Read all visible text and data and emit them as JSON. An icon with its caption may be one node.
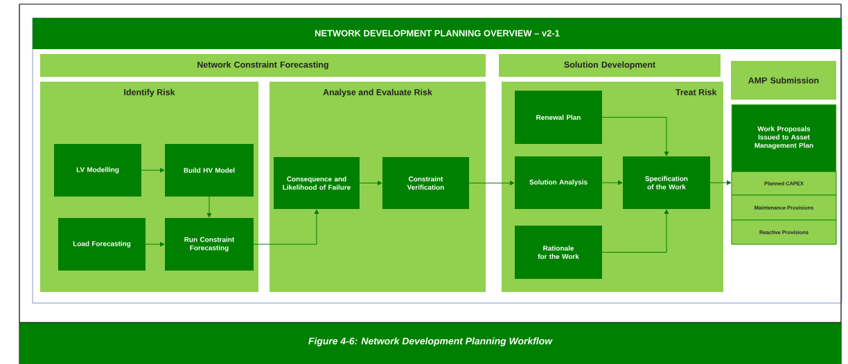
{
  "diagram": {
    "title": "NETWORK DEVELOPMENT PLANNING OVERVIEW – v2-1",
    "caption": "Figure 4-6: Network Development Planning Workflow",
    "nodes": [
      {
        "text": [
          "Network Constraint Forecasting"
        ]
      },
      {
        "text": [
          "Solution Development"
        ]
      },
      {
        "text": [
          "AMP Submission"
        ]
      },
      {
        "text": [
          "Identify Risk"
        ]
      },
      {
        "text": [
          "LV Modelling"
        ],
        "in": 3
      },
      {
        "text": [
          "Build HV Model"
        ],
        "in": 3
      },
      {
        "text": [
          "Load Forecasting"
        ],
        "in": 3
      },
      {
        "text": [
          "Run Constraint Forecasting"
        ],
        "in": 3
      },
      {
        "text": [
          "Analyse and Evaluate Risk"
        ]
      },
      {
        "text": [
          "Consequence and Likelihood of Failure"
        ],
        "in": 8
      },
      {
        "text": [
          "Constraint Verification"
        ],
        "in": 8
      },
      {
        "text": [
          "Treat Risk"
        ]
      },
      {
        "text": [
          "Renewal Plan"
        ],
        "in": 11
      },
      {
        "text": [
          "Solution Analysis"
        ],
        "in": 11
      },
      {
        "text": [
          "Specification of the Work"
        ],
        "in": 11
      },
      {
        "text": [
          "Rationale for the Work"
        ],
        "in": 11
      },
      {
        "text": [
          "Work Proposals Issued to Asset Management Plan"
        ]
      },
      {
        "text": [
          "Planned CAPEX"
        ],
        "in": 16
      },
      {
        "text": [
          "Maintenance Provisions"
        ],
        "in": 16
      },
      {
        "text": [
          "Reactive Provisions"
        ],
        "in": 16
      }
    ],
    "edges": [
      {
        "from": 4,
        "to": 5,
        "arrow": "to"
      },
      {
        "from": 5,
        "to": 7,
        "arrow": "to"
      },
      {
        "from": 6,
        "to": 7,
        "arrow": "to"
      },
      {
        "from": 7,
        "to": 9,
        "arrow": "to"
      },
      {
        "from": 9,
        "to": 10,
        "arrow": "to"
      },
      {
        "from": 10,
        "to": 13,
        "arrow": "to"
      },
      {
        "from": 12,
        "to": 14,
        "arrow": "to"
      },
      {
        "from": 13,
        "to": 14,
        "arrow": "to"
      },
      {
        "from": 15,
        "to": 14,
        "arrow": "to"
      },
      {
        "from": 14,
        "to": 16,
        "arrow": "to"
      }
    ]
  }
}
